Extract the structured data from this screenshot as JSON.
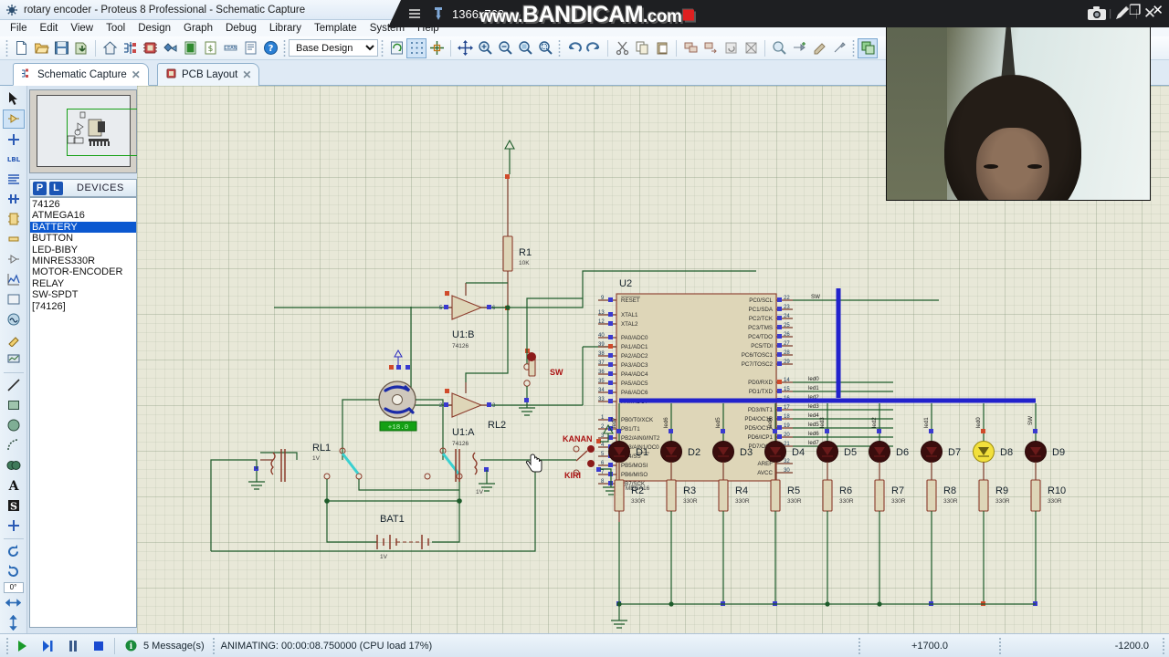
{
  "window": {
    "title": "rotary encoder - Proteus 8 Professional - Schematic Capture",
    "icon": "proteus-app-icon",
    "minimize_label": "–",
    "restore_label": "❐",
    "close_label": "✕"
  },
  "menu": {
    "items": [
      "File",
      "Edit",
      "View",
      "Tool",
      "Design",
      "Graph",
      "Debug",
      "Library",
      "Template",
      "System",
      "Help"
    ]
  },
  "toolbar": {
    "design_selector_value": "Base Design",
    "design_selector_options": [
      "Base Design"
    ],
    "buttons": [
      {
        "name": "new-file-icon",
        "label": "New"
      },
      {
        "name": "open-file-icon",
        "label": "Open"
      },
      {
        "name": "save-file-icon",
        "label": "Save"
      },
      {
        "name": "import-icon",
        "label": "Import"
      },
      {
        "name": "home-icon",
        "label": "Home"
      },
      {
        "name": "schematic-capture-icon",
        "label": "Schematic Capture"
      },
      {
        "name": "pcb-layout-icon",
        "label": "PCB Layout"
      },
      {
        "name": "3d-visualizer-icon",
        "label": "3D Visualizer"
      },
      {
        "name": "source-code-icon",
        "label": "Source Code"
      },
      {
        "name": "bill-of-materials-icon",
        "label": "Bill of Materials"
      },
      {
        "name": "dollar-report-icon",
        "label": "Cost Report"
      },
      {
        "name": "netlist-icon",
        "label": "Netlist"
      },
      {
        "name": "design-explorer-icon",
        "label": "Design Explorer"
      },
      {
        "name": "help-icon",
        "label": "Help"
      },
      {
        "name": "refresh-icon",
        "label": "Redraw"
      },
      {
        "name": "toggle-grid-icon",
        "label": "Toggle Grid"
      },
      {
        "name": "origin-icon",
        "label": "Toggle Origin"
      },
      {
        "name": "pan-icon",
        "label": "Pan"
      },
      {
        "name": "zoom-in-icon",
        "label": "Zoom In"
      },
      {
        "name": "zoom-out-icon",
        "label": "Zoom Out"
      },
      {
        "name": "zoom-all-icon",
        "label": "Zoom to View Entire Sheet"
      },
      {
        "name": "zoom-area-icon",
        "label": "Zoom to Area"
      },
      {
        "name": "undo-icon",
        "label": "Undo"
      },
      {
        "name": "redo-icon",
        "label": "Redo"
      },
      {
        "name": "cut-icon",
        "label": "Cut"
      },
      {
        "name": "copy-icon",
        "label": "Copy"
      },
      {
        "name": "paste-icon",
        "label": "Paste"
      },
      {
        "name": "block-copy-icon",
        "label": "Block Copy"
      },
      {
        "name": "block-move-icon",
        "label": "Block Move"
      },
      {
        "name": "block-rotate-icon",
        "label": "Block Rotate"
      },
      {
        "name": "block-delete-icon",
        "label": "Block Delete"
      },
      {
        "name": "pick-device-icon",
        "label": "Pick Device"
      },
      {
        "name": "make-device-icon",
        "label": "Make Device"
      },
      {
        "name": "packaging-tool-icon",
        "label": "Packaging Tool"
      },
      {
        "name": "decompose-icon",
        "label": "Decompose"
      },
      {
        "name": "property-assignment-icon",
        "label": "Property Assignment Tool"
      }
    ]
  },
  "tabs": [
    {
      "label": "Schematic Capture",
      "icon": "schematic-capture-icon",
      "active": true,
      "close": "✕"
    },
    {
      "label": "PCB Layout",
      "icon": "pcb-layout-icon",
      "active": false,
      "close": "✕"
    }
  ],
  "left_tools": [
    {
      "name": "selection-mode-tool",
      "label": "Selection Mode"
    },
    {
      "name": "component-mode-tool",
      "label": "Component Mode",
      "selected": true
    },
    {
      "name": "junction-dot-tool",
      "label": "Junction Dot Mode"
    },
    {
      "name": "wire-label-tool",
      "label": "Wire Label Mode"
    },
    {
      "name": "text-script-tool",
      "label": "Text Script Mode"
    },
    {
      "name": "bus-tool",
      "label": "Buses Mode"
    },
    {
      "name": "subcircuit-tool",
      "label": "Subcircuit Mode"
    },
    {
      "name": "terminals-tool",
      "label": "Terminals Mode"
    },
    {
      "name": "device-pin-tool",
      "label": "Device Pins Mode"
    },
    {
      "name": "graph-tool",
      "label": "Graph Mode"
    },
    {
      "name": "tape-recorder-tool",
      "label": "Tape Recorder Mode"
    },
    {
      "name": "generator-tool",
      "label": "Generator Mode"
    },
    {
      "name": "voltage-probe-tool",
      "label": "Voltage Probe Mode"
    },
    {
      "name": "virtual-instrument-tool",
      "label": "Virtual Instruments Mode"
    },
    {
      "name": "line-tool",
      "label": "2D Graphics Line"
    },
    {
      "name": "box-tool",
      "label": "2D Graphics Box"
    },
    {
      "name": "circle-tool",
      "label": "2D Graphics Circle"
    },
    {
      "name": "arc-tool",
      "label": "2D Graphics Arc"
    },
    {
      "name": "path-tool",
      "label": "2D Graphics Path"
    },
    {
      "name": "text-tool",
      "label": "2D Graphics Text"
    },
    {
      "name": "symbol-tool",
      "label": "2D Graphics Symbol"
    },
    {
      "name": "marker-tool",
      "label": "2D Graphics Marker"
    },
    {
      "name": "rotate-clockwise-tool",
      "label": "Rotate Clockwise"
    },
    {
      "name": "rotate-anticlockwise-tool",
      "label": "Rotate Anti-Clockwise"
    },
    {
      "name": "mirror-horizontal-tool",
      "label": "Mirror Horizontally"
    },
    {
      "name": "mirror-vertical-tool",
      "label": "Mirror Vertically"
    }
  ],
  "rotation_value": "0°",
  "devices_panel": {
    "p_button": "P",
    "l_button": "L",
    "header": "DEVICES",
    "items": [
      {
        "label": "74126",
        "selected": false
      },
      {
        "label": "ATMEGA16",
        "selected": false
      },
      {
        "label": "BATTERY",
        "selected": true
      },
      {
        "label": "BUTTON",
        "selected": false
      },
      {
        "label": "LED-BIBY",
        "selected": false
      },
      {
        "label": "MINRES330R",
        "selected": false
      },
      {
        "label": "MOTOR-ENCODER",
        "selected": false
      },
      {
        "label": "RELAY",
        "selected": false
      },
      {
        "label": "SW-SPDT",
        "selected": false
      },
      {
        "label": "[74126]",
        "selected": false
      }
    ]
  },
  "schematic": {
    "mcu": {
      "ref": "U2",
      "part": "ATMEGA16",
      "left_pins": [
        {
          "num": "9",
          "name": "RESET"
        },
        {
          "num": "13",
          "name": "XTAL1"
        },
        {
          "num": "12",
          "name": "XTAL2"
        },
        {
          "num": "40",
          "name": "PA0/ADC0"
        },
        {
          "num": "39",
          "name": "PA1/ADC1"
        },
        {
          "num": "38",
          "name": "PA2/ADC2"
        },
        {
          "num": "37",
          "name": "PA3/ADC3"
        },
        {
          "num": "36",
          "name": "PA4/ADC4"
        },
        {
          "num": "35",
          "name": "PA5/ADC5"
        },
        {
          "num": "34",
          "name": "PA6/ADC6"
        },
        {
          "num": "33",
          "name": "PA7/ADC7"
        },
        {
          "num": "1",
          "name": "PB0/T0/XCK"
        },
        {
          "num": "2",
          "name": "PB1/T1"
        },
        {
          "num": "3",
          "name": "PB2/AIN0/INT2"
        },
        {
          "num": "4",
          "name": "PB3/AIN1/OC0"
        },
        {
          "num": "5",
          "name": "PB4/SS"
        },
        {
          "num": "6",
          "name": "PB5/MOSI"
        },
        {
          "num": "7",
          "name": "PB6/MISO"
        },
        {
          "num": "8",
          "name": "PB7/SCK"
        }
      ],
      "right_pins": [
        {
          "num": "22",
          "name": "PC0/SCL",
          "net": "SW"
        },
        {
          "num": "23",
          "name": "PC1/SDA",
          "net": ""
        },
        {
          "num": "24",
          "name": "PC2/TCK",
          "net": ""
        },
        {
          "num": "25",
          "name": "PC3/TMS",
          "net": ""
        },
        {
          "num": "26",
          "name": "PC4/TDO",
          "net": ""
        },
        {
          "num": "27",
          "name": "PC5/TDI",
          "net": ""
        },
        {
          "num": "28",
          "name": "PC6/TOSC1",
          "net": ""
        },
        {
          "num": "29",
          "name": "PC7/TOSC2",
          "net": ""
        },
        {
          "num": "14",
          "name": "PD0/RXD",
          "net": "led0"
        },
        {
          "num": "15",
          "name": "PD1/TXD",
          "net": "led1"
        },
        {
          "num": "16",
          "name": "PD2/INT0",
          "net": "led2"
        },
        {
          "num": "17",
          "name": "PD3/INT1",
          "net": "led3"
        },
        {
          "num": "18",
          "name": "PD4/OC1B",
          "net": "led4"
        },
        {
          "num": "19",
          "name": "PD5/OC1A",
          "net": "led5"
        },
        {
          "num": "20",
          "name": "PD6/ICP1",
          "net": "led6"
        },
        {
          "num": "21",
          "name": "PD7/OC2",
          "net": "led7"
        }
      ],
      "bottom_right_pins": [
        {
          "num": "32",
          "name": "AREF"
        },
        {
          "num": "30",
          "name": "AVCC"
        }
      ]
    },
    "buffers": [
      {
        "ref": "U1:B",
        "part": "74126",
        "in_pin": "5",
        "out_pin": "6",
        "en_pin": "4"
      },
      {
        "ref": "U1:A",
        "part": "74126",
        "in_pin": "2",
        "out_pin": "3",
        "en_pin": "1"
      }
    ],
    "r1": {
      "ref": "R1",
      "value": "10K"
    },
    "leds": [
      {
        "ref": "D1",
        "net": "led7",
        "lit": false
      },
      {
        "ref": "D2",
        "net": "led6",
        "lit": false
      },
      {
        "ref": "D3",
        "net": "led5",
        "lit": false
      },
      {
        "ref": "D4",
        "net": "led4",
        "lit": false
      },
      {
        "ref": "D5",
        "net": "led3",
        "lit": false
      },
      {
        "ref": "D6",
        "net": "led2",
        "lit": false
      },
      {
        "ref": "D7",
        "net": "led1",
        "lit": false
      },
      {
        "ref": "D8",
        "net": "led0",
        "lit": true
      },
      {
        "ref": "D9",
        "net": "SW",
        "lit": false
      }
    ],
    "resistors": [
      {
        "ref": "R2",
        "value": "330R"
      },
      {
        "ref": "R3",
        "value": "330R"
      },
      {
        "ref": "R4",
        "value": "330R"
      },
      {
        "ref": "R5",
        "value": "330R"
      },
      {
        "ref": "R6",
        "value": "330R"
      },
      {
        "ref": "R7",
        "value": "330R"
      },
      {
        "ref": "R8",
        "value": "330R"
      },
      {
        "ref": "R9",
        "value": "330R"
      },
      {
        "ref": "R10",
        "value": "330R"
      }
    ],
    "relays": [
      {
        "ref": "RL1",
        "value": "1V"
      },
      {
        "ref": "RL2",
        "value": "1V"
      }
    ],
    "battery": {
      "ref": "BAT1",
      "value": "1V"
    },
    "motor": {
      "name": "motor-encoder",
      "display_value": "+18.0"
    },
    "labels": [
      {
        "name": "sw-label",
        "text": "SW"
      },
      {
        "name": "kanan-label",
        "text": "KANAN"
      },
      {
        "name": "kiri-label",
        "text": "KIRI"
      }
    ],
    "colors": {
      "wire": "#1d5b2a",
      "bus": "#2222cc",
      "component_body": "#d8d0b0",
      "component_outline": "#8b3a2a",
      "text": "#14212b",
      "label_red": "#aa1111",
      "led_off": "#3a0d0d",
      "led_on": "#f2e03c"
    }
  },
  "statusbar": {
    "play_label": "Play",
    "step_label": "Step",
    "pause_label": "Pause",
    "stop_label": "Stop",
    "messages": "5 Message(s)",
    "animating": "ANIMATING: 00:00:08.750000 (CPU load 17%)",
    "coord_x": "+1700.0",
    "coord_y": "-1200.0"
  },
  "bandicam": {
    "resolution": "1366x768",
    "watermark_www": "www.",
    "watermark_brand": "BANDICAM",
    "watermark_com": ".com",
    "menu_icon": "hamburger-menu-icon",
    "pin_icon": "pin-icon",
    "camera_icon": "camera-icon",
    "pencil_icon": "pencil-icon",
    "close_icon": "✕"
  },
  "webcam": {
    "name": "webcam-overlay",
    "restore_label": "❐",
    "close_label": "✕"
  }
}
